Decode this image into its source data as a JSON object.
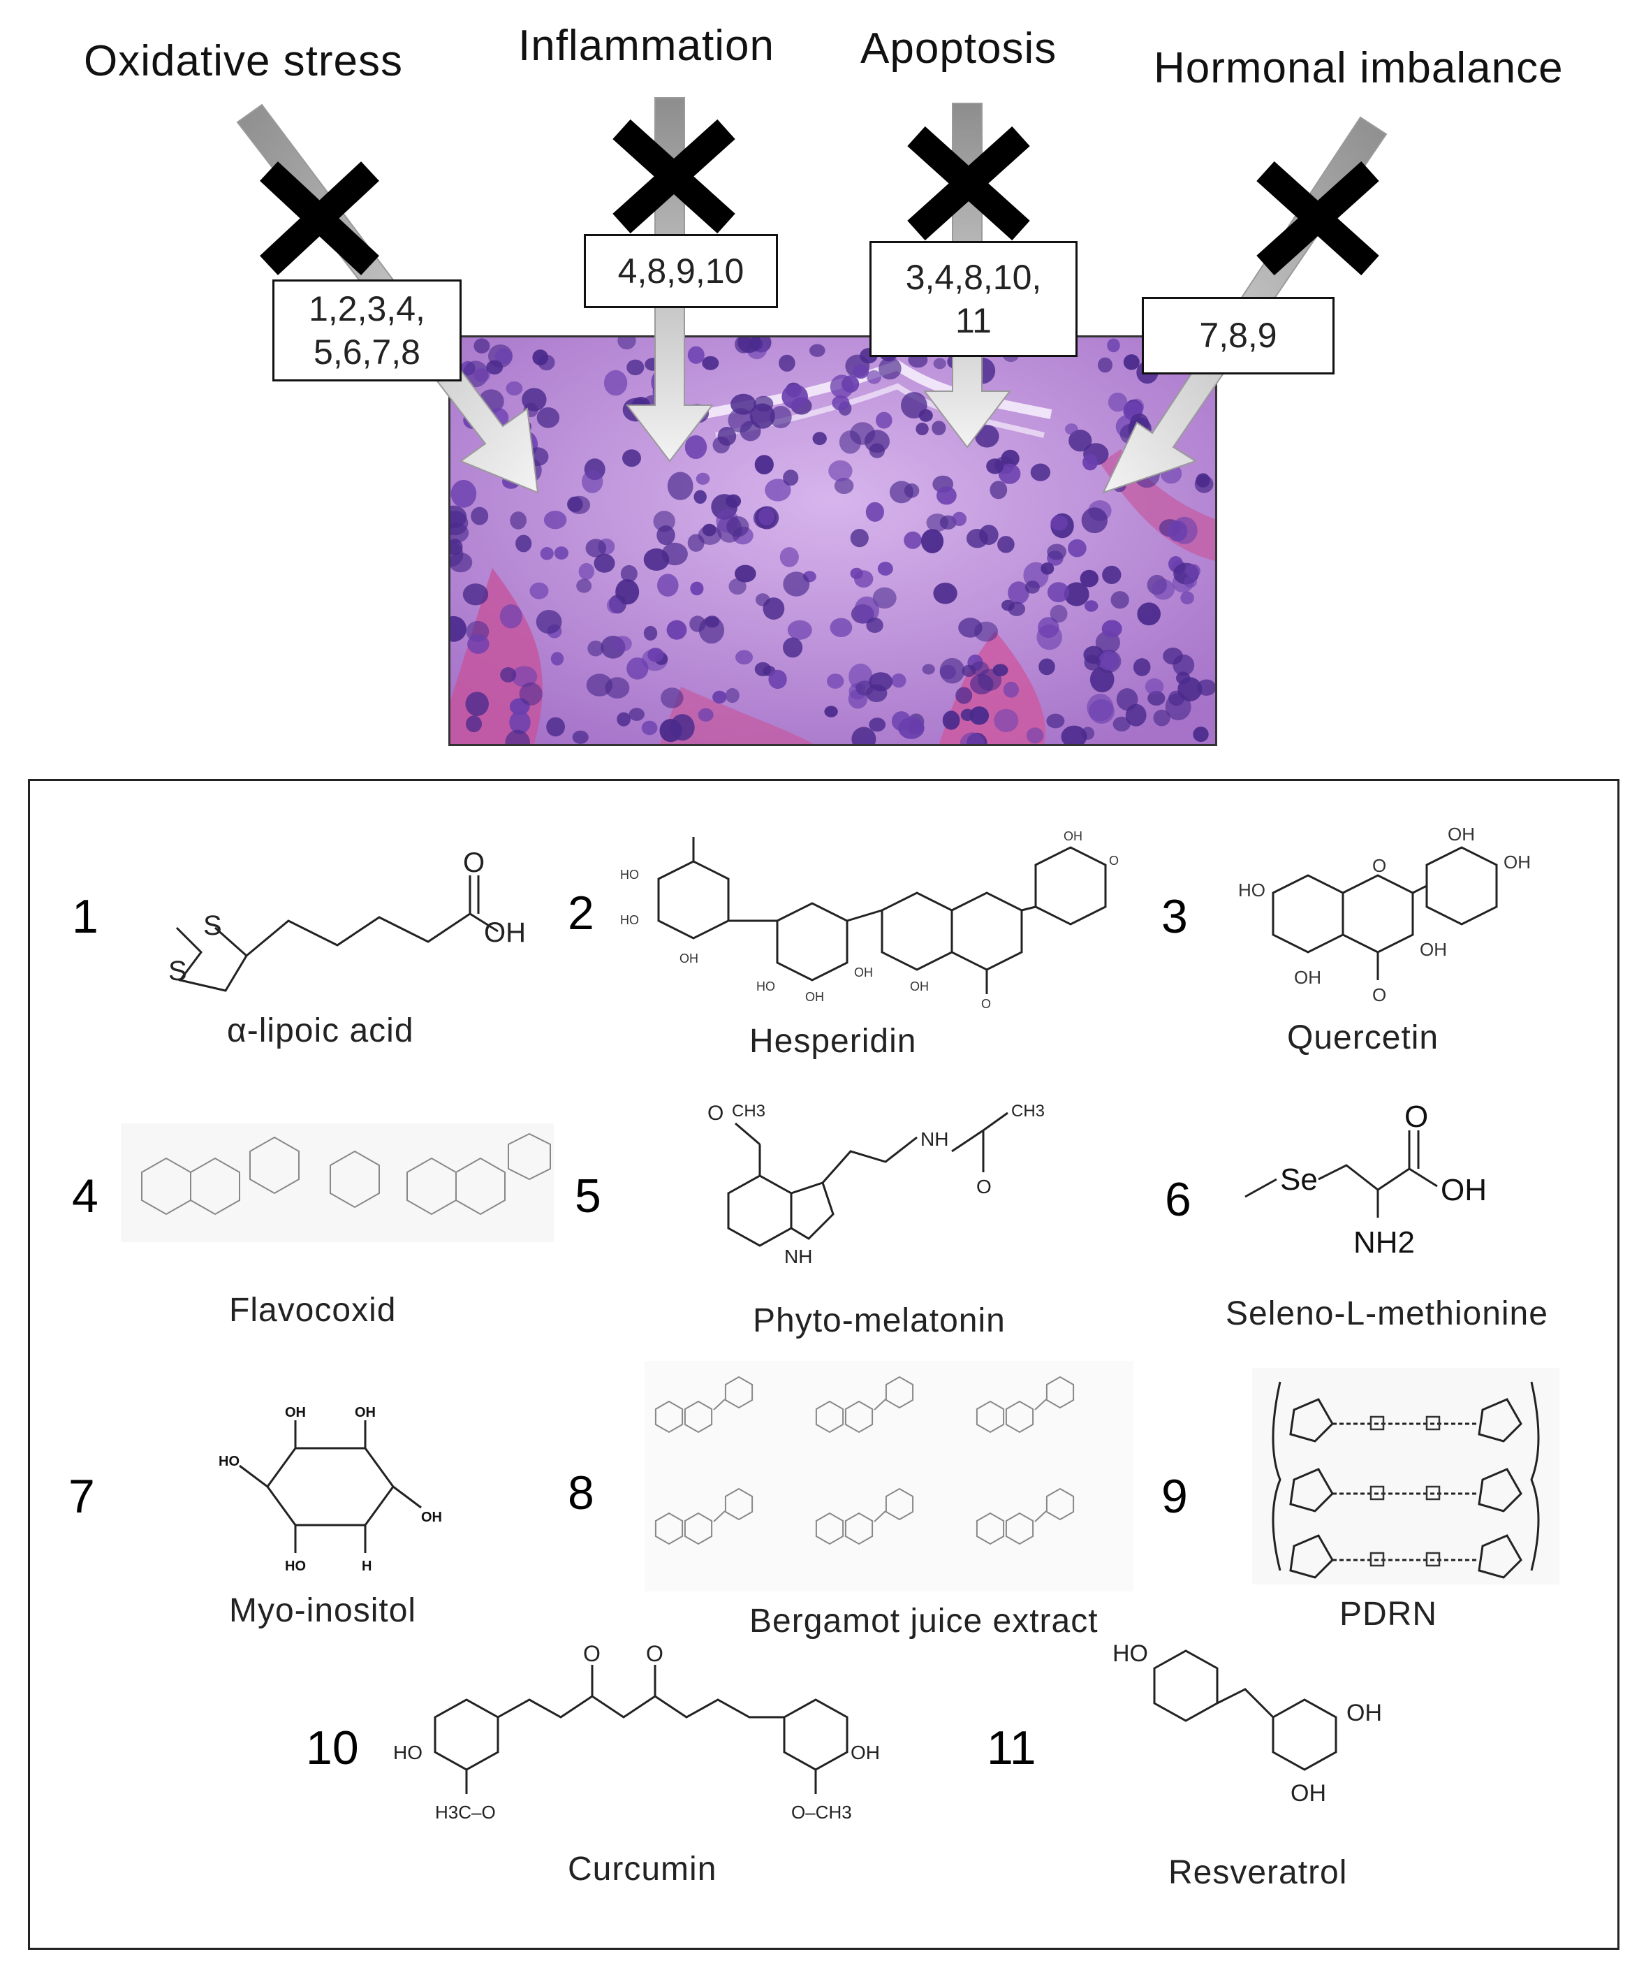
{
  "factors": [
    {
      "label": "Oxidative stress",
      "refs": "1,2,3,4,\n5,6,7,8"
    },
    {
      "label": "Inflammation",
      "refs": "4,8,9,10"
    },
    {
      "label": "Apoptosis",
      "refs": "3,4,8,10,\n11"
    },
    {
      "label": "Hormonal imbalance",
      "refs": "7,8,9"
    }
  ],
  "compounds": [
    {
      "num": "1",
      "name": "α-lipoic acid"
    },
    {
      "num": "2",
      "name": "Hesperidin"
    },
    {
      "num": "3",
      "name": "Quercetin"
    },
    {
      "num": "4",
      "name": "Flavocoxid"
    },
    {
      "num": "5",
      "name": "Phyto-melatonin"
    },
    {
      "num": "6",
      "name": "Seleno-L-methionine"
    },
    {
      "num": "7",
      "name": "Myo-inositol"
    },
    {
      "num": "8",
      "name": "Bergamot juice extract"
    },
    {
      "num": "9",
      "name": "PDRN"
    },
    {
      "num": "10",
      "name": "Curcumin"
    },
    {
      "num": "11",
      "name": "Resveratrol"
    }
  ],
  "colors": {
    "tissue_bg": "#b57fd4",
    "stroma": "#c8509b",
    "nucleus": "#4a2a8c",
    "arrow_dark": "#8a8a8a",
    "arrow_light": "#f2f2f2",
    "cross": "#000000"
  },
  "icons": [
    "cross-icon",
    "arrow-icon"
  ]
}
